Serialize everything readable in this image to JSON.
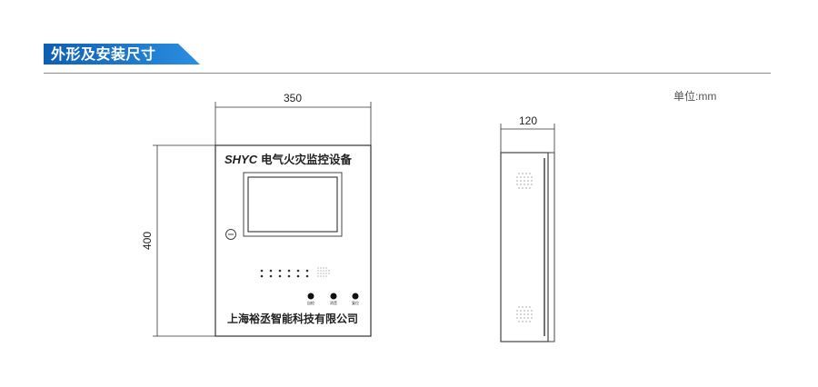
{
  "section": {
    "title": "外形及安装尺寸",
    "accent_color": "#1a6fc0"
  },
  "unit_label": "单位:mm",
  "front_view": {
    "logo": "SHYC",
    "device_title": "电气火灾监控设备",
    "company": "上海裕丞智能科技有限公司",
    "buttons": [
      "自检",
      "消音",
      "复位"
    ],
    "width_dim": "350",
    "height_dim": "400"
  },
  "side_view": {
    "depth_dim": "120"
  }
}
